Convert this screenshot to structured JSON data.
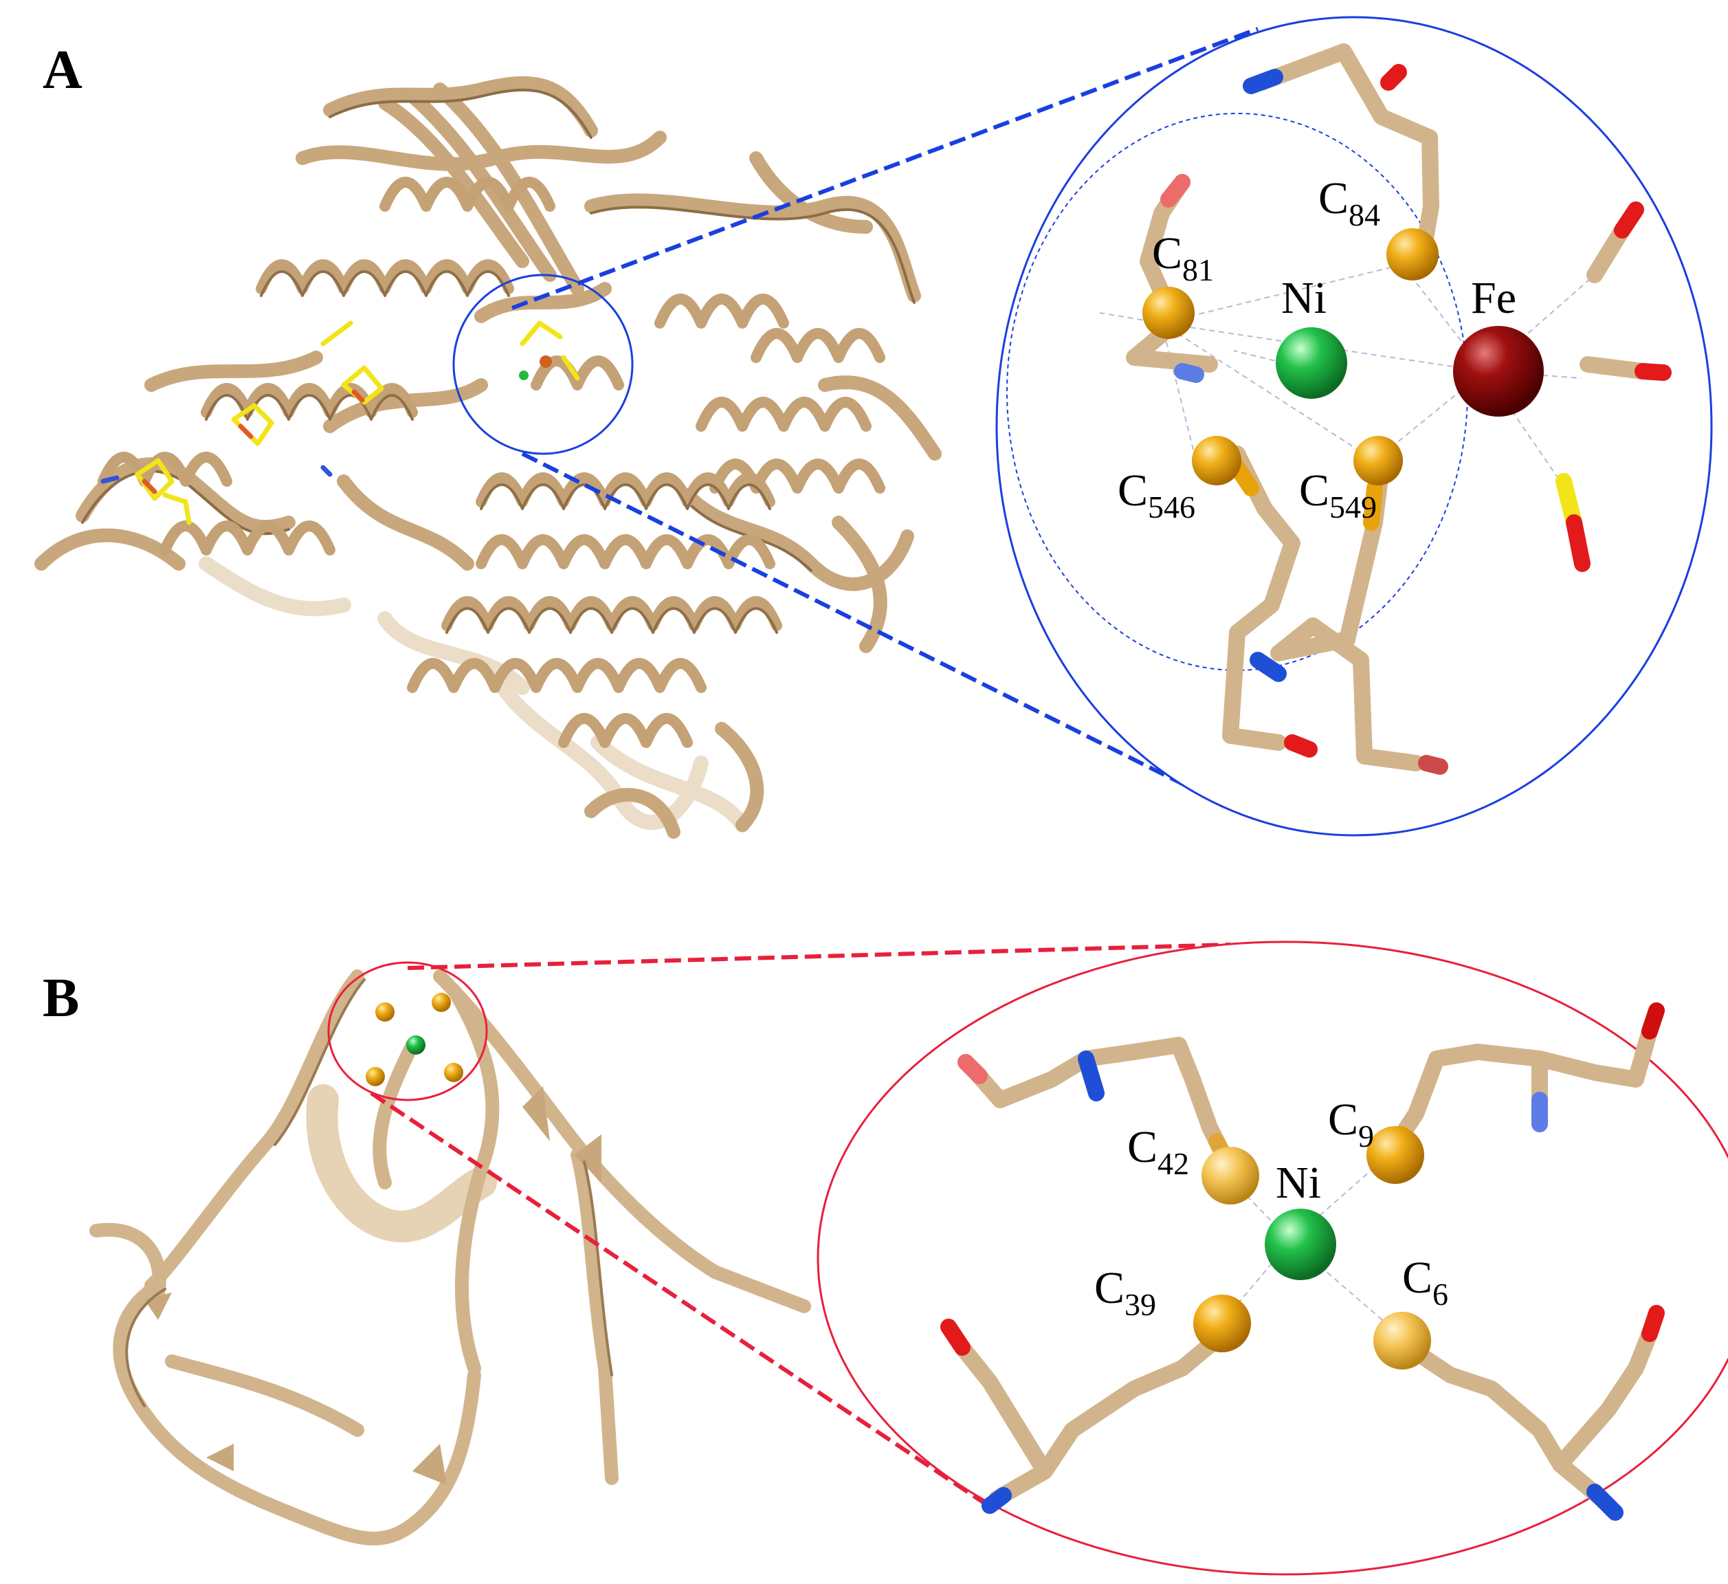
{
  "colors": {
    "ribbon": "#d2b48c",
    "ribbon_dark": "#a88a64",
    "ribbon_light": "#e6d2b4",
    "panel_a_accent": "#1a3fe0",
    "panel_b_accent": "#e8203c",
    "sulfur": "#e8a20a",
    "nickel": "#22b845",
    "iron": "#9b0a0a",
    "oxygen": "#e21a1a",
    "nitrogen": "#1f4fd6",
    "yellow_bond": "#f2e418"
  },
  "panels": [
    {
      "letter": "A",
      "metals": [
        {
          "symbol": "Ni",
          "color": "nickel"
        },
        {
          "symbol": "Fe",
          "color": "iron"
        }
      ],
      "residues": [
        {
          "letter": "C",
          "number": "84"
        },
        {
          "letter": "C",
          "number": "81"
        },
        {
          "letter": "C",
          "number": "546"
        },
        {
          "letter": "C",
          "number": "549"
        }
      ]
    },
    {
      "letter": "B",
      "metals": [
        {
          "symbol": "Ni",
          "color": "nickel"
        }
      ],
      "residues": [
        {
          "letter": "C",
          "number": "9"
        },
        {
          "letter": "C",
          "number": "42"
        },
        {
          "letter": "C",
          "number": "39"
        },
        {
          "letter": "C",
          "number": "6"
        }
      ]
    }
  ]
}
